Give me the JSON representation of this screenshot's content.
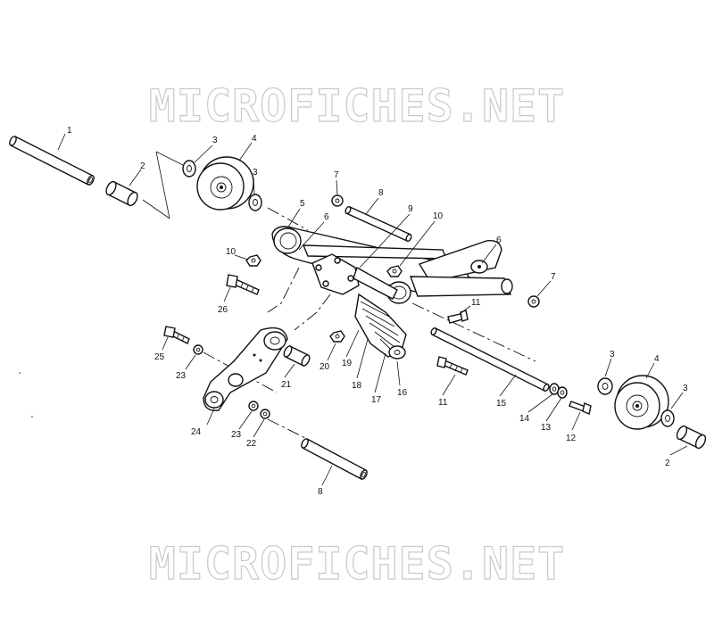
{
  "watermark": {
    "top": "MICROFICHES.NET",
    "bottom": "MICROFICHES.NET"
  },
  "callouts": [
    {
      "id": "c1",
      "label": "1"
    },
    {
      "id": "c2a",
      "label": "2"
    },
    {
      "id": "c3a",
      "label": "3"
    },
    {
      "id": "c4a",
      "label": "4"
    },
    {
      "id": "c3b",
      "label": "3"
    },
    {
      "id": "c5",
      "label": "5"
    },
    {
      "id": "c6a",
      "label": "6"
    },
    {
      "id": "c7a",
      "label": "7"
    },
    {
      "id": "c8a",
      "label": "8"
    },
    {
      "id": "c9",
      "label": "9"
    },
    {
      "id": "c10a",
      "label": "10"
    },
    {
      "id": "c10b",
      "label": "10"
    },
    {
      "id": "c6b",
      "label": "6"
    },
    {
      "id": "c7b",
      "label": "7"
    },
    {
      "id": "c26",
      "label": "26"
    },
    {
      "id": "c11a",
      "label": "11"
    },
    {
      "id": "c25",
      "label": "25"
    },
    {
      "id": "c23a",
      "label": "23"
    },
    {
      "id": "c20",
      "label": "20"
    },
    {
      "id": "c19",
      "label": "19"
    },
    {
      "id": "c21",
      "label": "21"
    },
    {
      "id": "c18",
      "label": "18"
    },
    {
      "id": "c17",
      "label": "17"
    },
    {
      "id": "c16",
      "label": "16"
    },
    {
      "id": "c11b",
      "label": "11"
    },
    {
      "id": "c15",
      "label": "15"
    },
    {
      "id": "c3c",
      "label": "3"
    },
    {
      "id": "c4b",
      "label": "4"
    },
    {
      "id": "c3d",
      "label": "3"
    },
    {
      "id": "c14",
      "label": "14"
    },
    {
      "id": "c13",
      "label": "13"
    },
    {
      "id": "c12",
      "label": "12"
    },
    {
      "id": "c2b",
      "label": "2"
    },
    {
      "id": "c24",
      "label": "24"
    },
    {
      "id": "c23b",
      "label": "23"
    },
    {
      "id": "c22",
      "label": "22"
    },
    {
      "id": "c8b",
      "label": "8"
    }
  ]
}
